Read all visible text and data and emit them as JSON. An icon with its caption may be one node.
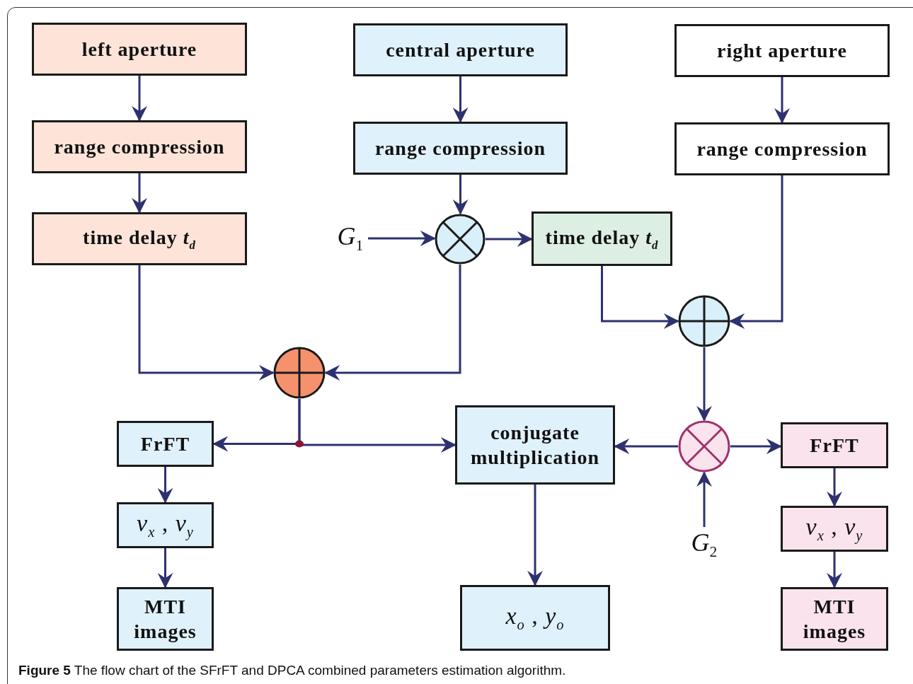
{
  "diagram": {
    "caption": "**Figure 5** The flow chart of the SFrFT and DPCA combined parameters estimation algorithm.",
    "nodes": [
      {
        "text": [
          "left aperture"
        ]
      },
      {
        "text": [
          "range compression"
        ]
      },
      {
        "text": [
          "time delay *t*$_{d}$"
        ]
      },
      {
        "text": [
          "central aperture"
        ]
      },
      {
        "text": [
          "range compression"
        ]
      },
      {
        "text": [
          "right aperture"
        ]
      },
      {
        "text": [
          "range compression"
        ]
      },
      {
        "text": [
          "*G*$_{1}$"
        ]
      },
      {
        "text": [],
        "shape": "circle"
      },
      {
        "text": [
          "time delay *t*$_{d}$"
        ]
      },
      {
        "text": [],
        "shape": "circle"
      },
      {
        "text": [],
        "shape": "circle"
      },
      {
        "text": [
          "FrFT"
        ]
      },
      {
        "text": [
          "conjugate multiplication"
        ]
      },
      {
        "text": [],
        "shape": "circle"
      },
      {
        "text": [
          "FrFT"
        ]
      },
      {
        "text": [
          "*G*$_{2}$"
        ]
      },
      {
        "text": [
          "*v*$_{x}$ , *v*$_{y}$"
        ]
      },
      {
        "text": [
          "MTI images"
        ]
      },
      {
        "text": [
          "*x*$_{o}$ ,  *y*$_{o}$"
        ]
      },
      {
        "text": [
          "*v*$_{x}$ , *v*$_{y}$"
        ]
      },
      {
        "text": [
          "MTI images"
        ]
      }
    ],
    "edges": [
      {
        "from": 0,
        "to": 1,
        "arrow": "to"
      },
      {
        "from": 1,
        "to": 2,
        "arrow": "to"
      },
      {
        "from": 3,
        "to": 4,
        "arrow": "to"
      },
      {
        "from": 5,
        "to": 6,
        "arrow": "to"
      },
      {
        "from": 4,
        "to": 8,
        "arrow": "to"
      },
      {
        "from": 7,
        "to": 8,
        "arrow": "to"
      },
      {
        "from": 8,
        "to": 9,
        "arrow": "to"
      },
      {
        "from": 2,
        "to": 11,
        "arrow": "to"
      },
      {
        "from": 8,
        "to": 11,
        "arrow": "to"
      },
      {
        "from": 9,
        "to": 10,
        "arrow": "to"
      },
      {
        "from": 6,
        "to": 10,
        "arrow": "to"
      },
      {
        "from": 10,
        "to": 14,
        "arrow": "to"
      },
      {
        "from": 11,
        "to": 12,
        "arrow": "to"
      },
      {
        "from": 11,
        "to": 13,
        "arrow": "to"
      },
      {
        "from": 14,
        "to": 13,
        "arrow": "to"
      },
      {
        "from": 14,
        "to": 15,
        "arrow": "to"
      },
      {
        "from": 16,
        "to": 14,
        "arrow": "to"
      },
      {
        "from": 12,
        "to": 17,
        "arrow": "to"
      },
      {
        "from": 17,
        "to": 18,
        "arrow": "to"
      },
      {
        "from": 13,
        "to": 19,
        "arrow": "to"
      },
      {
        "from": 15,
        "to": 20,
        "arrow": "to"
      },
      {
        "from": 20,
        "to": 21,
        "arrow": "to"
      }
    ]
  }
}
